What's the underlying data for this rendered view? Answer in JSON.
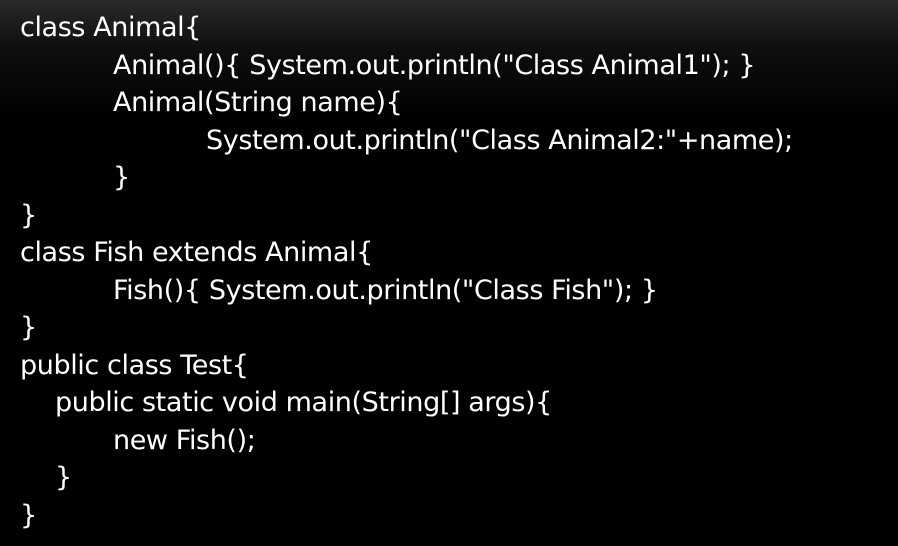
{
  "code": {
    "lines": [
      "class Animal{",
      "Animal(){ System.out.println(\"Class Animal1\"); }",
      "Animal(String name){",
      "System.out.println(\"Class Animal2:\"+name);",
      "}",
      "}",
      "class Fish extends Animal{",
      "Fish(){ System.out.println(\"Class Fish\"); }",
      "}",
      "public class Test{",
      "public static void main(String[] args){",
      "new Fish();",
      "}",
      "}"
    ]
  }
}
